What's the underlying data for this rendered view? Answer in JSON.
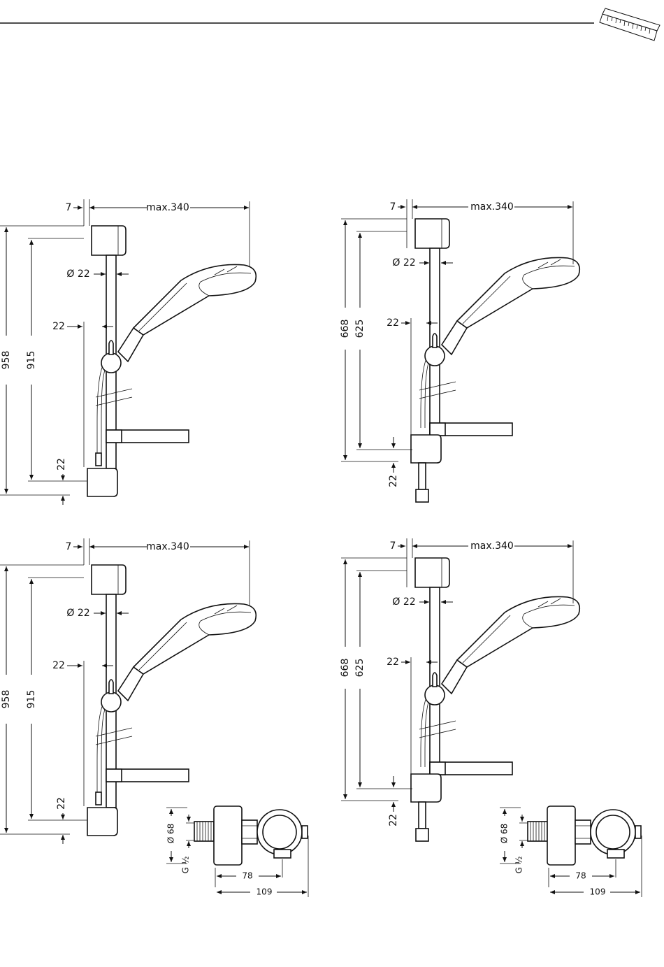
{
  "colors": {
    "ink": "#111111",
    "paper": "#ffffff"
  },
  "icons": {
    "ruler": "ruler-icon"
  },
  "labels": {
    "offset": "7",
    "reach": "max.340",
    "diameter": "Ø 22",
    "clearance": "22",
    "height_long": "958",
    "spacing_long": "915",
    "height_short": "668",
    "spacing_short": "625",
    "bottom_gap": "22",
    "elbow_diameter": "Ø 68",
    "thread": "G ½",
    "elbow_depth": "78",
    "elbow_total": "109"
  }
}
